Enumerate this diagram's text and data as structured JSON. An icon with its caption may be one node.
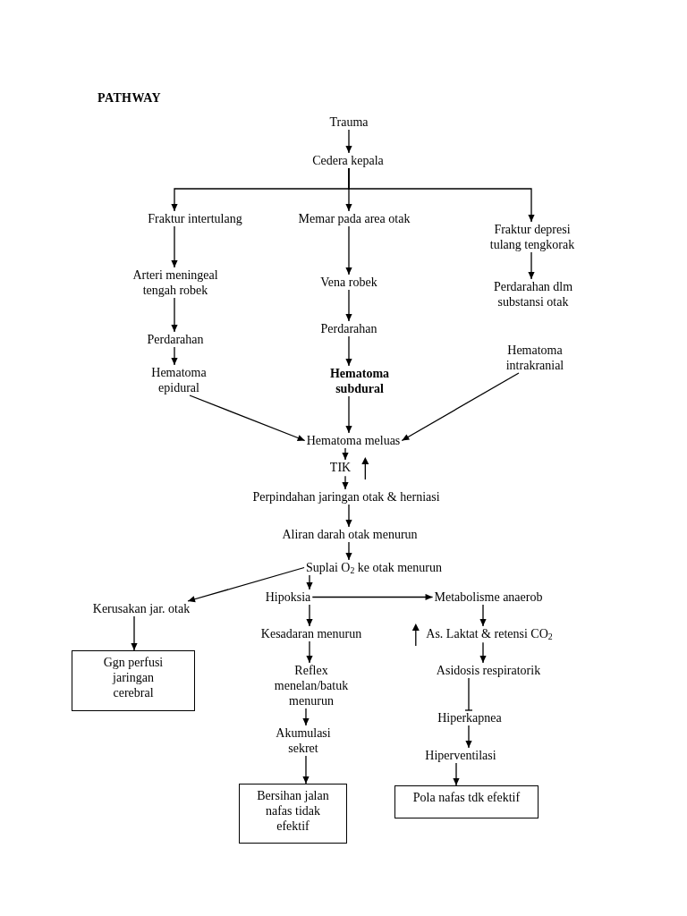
{
  "diagram": {
    "title": "PATHWAY",
    "nodes": [
      {
        "text": [
          "Trauma"
        ]
      },
      {
        "text": [
          "Cedera kepala"
        ]
      },
      {
        "text": [
          "Fraktur intertulang"
        ]
      },
      {
        "text": [
          "Memar pada area otak"
        ]
      },
      {
        "text": [
          "Fraktur depresi tulang tengkorak"
        ]
      },
      {
        "text": [
          "Arteri meningeal tengah robek"
        ]
      },
      {
        "text": [
          "Vena robek"
        ]
      },
      {
        "text": [
          "Perdarahan dlm substansi otak"
        ]
      },
      {
        "text": [
          "Perdarahan"
        ]
      },
      {
        "text": [
          "Perdarahan"
        ]
      },
      {
        "text": [
          "Hematoma intrakranial"
        ]
      },
      {
        "text": [
          "Hematoma epidural"
        ]
      },
      {
        "text": [
          "Hematoma subdural"
        ]
      },
      {
        "text": [
          "Hematoma meluas"
        ]
      },
      {
        "text": [
          "TIK"
        ]
      },
      {
        "text": [
          "Perpindahan jaringan otak & herniasi"
        ]
      },
      {
        "text": [
          "Aliran darah otak menurun"
        ]
      },
      {
        "text": [
          "Suplai O$_{2}$ ke otak menurun"
        ]
      },
      {
        "text": [
          "Kerusakan jar. otak"
        ]
      },
      {
        "text": [
          "Hipoksia"
        ]
      },
      {
        "text": [
          "Metabolisme anaerob"
        ]
      },
      {
        "text": [
          "Ggn perfusi jaringan cerebral"
        ]
      },
      {
        "text": [
          "Kesadaran menurun"
        ]
      },
      {
        "text": [
          "As. Laktat & retensi CO$_{2}$"
        ]
      },
      {
        "text": [
          "Reflex menelan/batuk menurun"
        ]
      },
      {
        "text": [
          "Asidosis respiratorik"
        ]
      },
      {
        "text": [
          "Akumulasi sekret"
        ]
      },
      {
        "text": [
          "Hiperkapnea"
        ]
      },
      {
        "text": [
          "Hiperventilasi"
        ]
      },
      {
        "text": [
          "Bersihan jalan nafas tidak efektif"
        ]
      },
      {
        "text": [
          "Pola nafas tdk efektif"
        ]
      }
    ],
    "edges": [
      {
        "from": 0,
        "to": 1,
        "arrow": "to"
      },
      {
        "from": 1,
        "to": 2,
        "arrow": "to"
      },
      {
        "from": 1,
        "to": 3,
        "arrow": "to"
      },
      {
        "from": 1,
        "to": 4,
        "arrow": "to"
      },
      {
        "from": 2,
        "to": 5,
        "arrow": "to"
      },
      {
        "from": 3,
        "to": 6,
        "arrow": "to"
      },
      {
        "from": 4,
        "to": 7,
        "arrow": "to"
      },
      {
        "from": 5,
        "to": 8,
        "arrow": "to"
      },
      {
        "from": 6,
        "to": 9,
        "arrow": "to"
      },
      {
        "from": 8,
        "to": 11,
        "arrow": "to"
      },
      {
        "from": 9,
        "to": 12,
        "arrow": "to"
      },
      {
        "from": 11,
        "to": 13,
        "arrow": "to"
      },
      {
        "from": 12,
        "to": 13,
        "arrow": "to"
      },
      {
        "from": 10,
        "to": 13,
        "arrow": "to"
      },
      {
        "from": 13,
        "to": 14,
        "arrow": "to"
      },
      {
        "from": 14,
        "to": 15,
        "arrow": "to"
      },
      {
        "from": 15,
        "to": 16,
        "arrow": "to"
      },
      {
        "from": 16,
        "to": 17,
        "arrow": "to"
      },
      {
        "from": 17,
        "to": 18,
        "arrow": "to"
      },
      {
        "from": 17,
        "to": 19,
        "arrow": "to"
      },
      {
        "from": 19,
        "to": 20,
        "arrow": "to"
      },
      {
        "from": 18,
        "to": 21,
        "arrow": "to"
      },
      {
        "from": 19,
        "to": 22,
        "arrow": "to"
      },
      {
        "from": 20,
        "to": 23,
        "arrow": "to"
      },
      {
        "from": 22,
        "to": 24,
        "arrow": "to"
      },
      {
        "from": 23,
        "to": 25,
        "arrow": "to"
      },
      {
        "from": 24,
        "to": 26,
        "arrow": "to"
      },
      {
        "from": 25,
        "to": 27,
        "arrow": "other"
      },
      {
        "from": 27,
        "to": 28,
        "arrow": "to"
      },
      {
        "from": 26,
        "to": 29,
        "arrow": "to"
      },
      {
        "from": 28,
        "to": 30,
        "arrow": "to"
      }
    ]
  }
}
